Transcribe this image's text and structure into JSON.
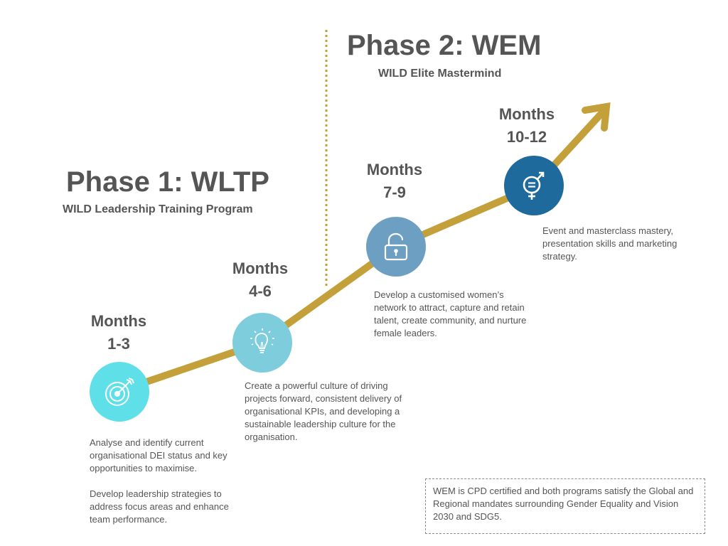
{
  "phase1": {
    "title": "Phase 1: WLTP",
    "subtitle": "WILD Leadership Training Program"
  },
  "phase2": {
    "title": "Phase 2: WEM",
    "subtitle": "WILD Elite Mastermind"
  },
  "milestones": [
    {
      "months_line1": "Months",
      "months_line2": "1-3",
      "icon": "target-icon",
      "color": "#5fe0e8",
      "description": [
        "Analyse and identify current organisational DEI status and key opportunities to maximise.",
        "Develop leadership strategies to address focus areas and enhance team performance."
      ]
    },
    {
      "months_line1": "Months",
      "months_line2": "4-6",
      "icon": "lightbulb-icon",
      "color": "#7ecddd",
      "description": [
        "Create a powerful culture of driving projects forward, consistent delivery of organisational KPIs, and developing a sustainable leadership culture for the organisation."
      ]
    },
    {
      "months_line1": "Months",
      "months_line2": "7-9",
      "icon": "unlock-icon",
      "color": "#6c9fc2",
      "description": [
        "Develop a customised women’s network to attract, capture and retain talent, create community, and nurture female leaders."
      ]
    },
    {
      "months_line1": "Months",
      "months_line2": "10-12",
      "icon": "gender-equality-icon",
      "color": "#1f6a9c",
      "description": [
        "Event and masterclass mastery, presentation skills and marketing strategy."
      ]
    }
  ],
  "note": "WEM is CPD certified and both programs satisfy the Global and Regional mandates surrounding Gender Equality and Vision 2030 and SDG5.",
  "colors": {
    "path": "#c4a03a",
    "divider": "#c4a03a",
    "heading": "#555555"
  }
}
